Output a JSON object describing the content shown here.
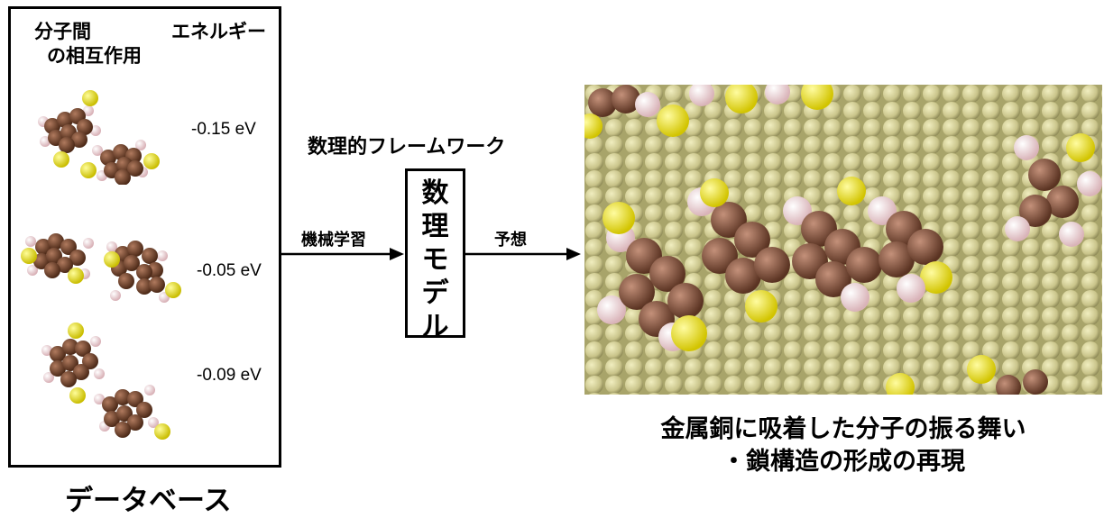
{
  "database": {
    "header_interaction": [
      "分子間",
      "の相互作用"
    ],
    "header_energy": "エネルギー",
    "energies": [
      "-0.15 eV",
      "-0.05 eV",
      "-0.09 eV"
    ],
    "caption": "データベース"
  },
  "framework": {
    "title": "数理的フレームワーク",
    "left_arrow_label": "機械学習",
    "right_arrow_label": "予想",
    "model_chars": [
      "数",
      "理",
      "モ",
      "デ",
      "ル"
    ]
  },
  "result": {
    "caption_lines": [
      "金属銅に吸着した分子の振る舞い",
      "・鎖構造の形成の再現"
    ]
  },
  "colors": {
    "carbon": "#7a4a33",
    "hydrogen": "#ecd0d4",
    "sulfur": "#e6e020",
    "copper_surface": "#c9c48a"
  }
}
